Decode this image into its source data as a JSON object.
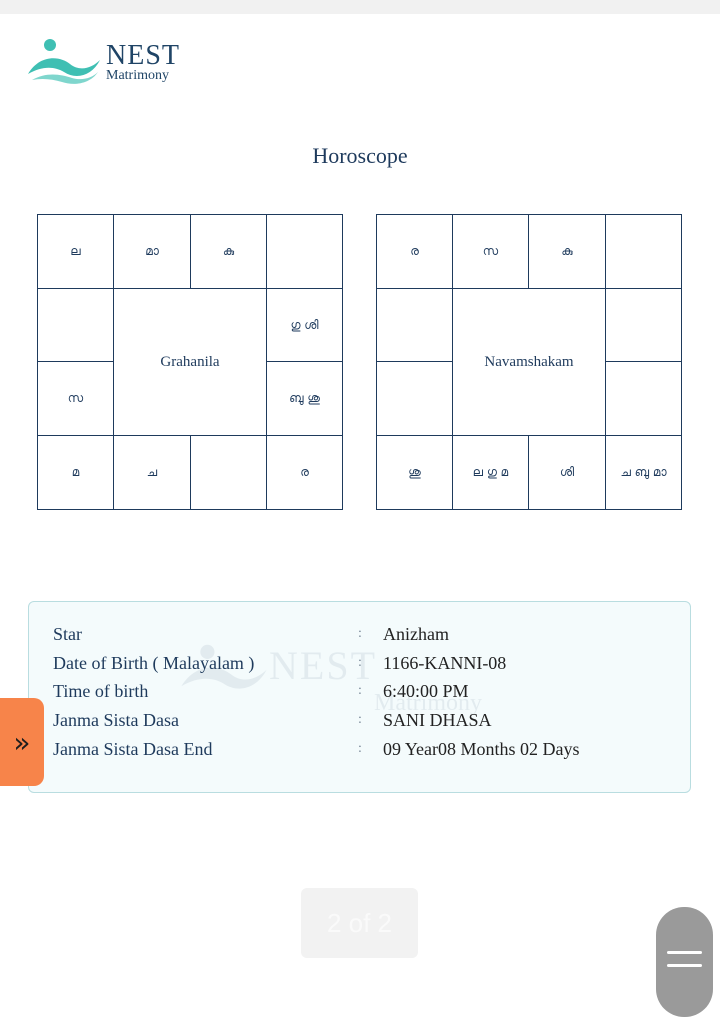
{
  "brand": {
    "name": "NEST",
    "sub": "Matrimony",
    "colors": {
      "teal": "#3fbfb3",
      "navy": "#1f4466",
      "accent": "#f7844a"
    }
  },
  "title": "Horoscope",
  "grahanila": {
    "center": "Grahanila",
    "top": [
      "ല",
      "മാ",
      "കു",
      ""
    ],
    "left": [
      "",
      "സ"
    ],
    "right": [
      "ഗു ശി",
      "ബു ശു"
    ],
    "bottom": [
      "മ",
      "ച",
      "",
      "ര"
    ]
  },
  "navamshakam": {
    "center": "Navamshakam",
    "top": [
      "ര",
      "സ",
      "കു",
      ""
    ],
    "left": [
      "",
      ""
    ],
    "right": [
      "",
      ""
    ],
    "bottom": [
      "ശു",
      "ല ഗു മ",
      "ശി",
      "ച ബു മാ"
    ]
  },
  "details": {
    "separator": ":",
    "rows": [
      {
        "label": "Star",
        "value": "Anizham"
      },
      {
        "label": "Date of Birth ( Malayalam )",
        "value": "1166-KANNI-08"
      },
      {
        "label": "Time of birth",
        "value": "6:40:00 PM"
      },
      {
        "label": "Janma Sista Dasa",
        "value": "SANI DHASA"
      },
      {
        "label": "Janma Sista Dasa End",
        "value": "09 Year08 Months 02 Days"
      }
    ]
  },
  "side_button": {
    "icon": "double-chevron-right-icon",
    "glyph": "»"
  },
  "page_indicator": "2 of 2",
  "scroll_handle": {
    "icon": "drag-handle-icon"
  }
}
